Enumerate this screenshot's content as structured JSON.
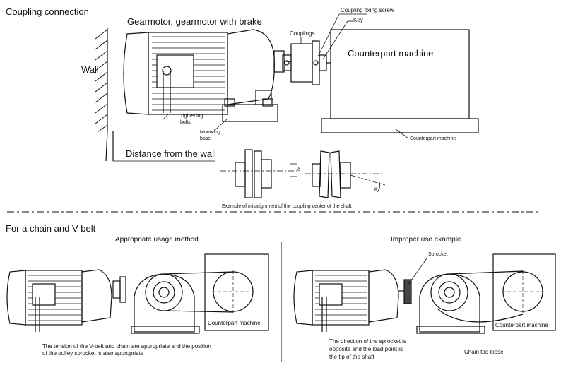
{
  "top": {
    "section_title": "Coupling connection",
    "gearmotor_label": "Gearmotor, gearmotor with brake",
    "wall_label": "Wall",
    "couplings_label": "Couplings",
    "coupling_screw_label": "Coupling fixing screw",
    "key_label": "Key",
    "counterpart_big": "Counterpart machine",
    "counterpart_small": "Counterpart machine",
    "tightening_bolts": "Tightening bolts",
    "mounting_base": "Mounting base",
    "distance_label": "Distance from the wall",
    "delta_label": "δ",
    "theta_label": "θ",
    "misalignment_caption": "Example of misalignment of the coupling center of the shaft"
  },
  "bottom": {
    "section_title": "For a chain and V-belt",
    "appropriate_title": "Appropriate usage method",
    "improper_title": "Improper use example",
    "sprocket_label": "Sprocket",
    "counterpart_left": "Counterpart machine",
    "counterpart_right": "Counterpart machine",
    "appropriate_note_1": "The tension of the V-belt and chain are appropriate and the position",
    "appropriate_note_2": "of the pulley sprocket is also appropriate",
    "improper_note_1": "The direction of the sprocket is",
    "improper_note_2": "opposite and the load point is",
    "improper_note_3": "the tip of the shaft",
    "loose_note": "Chain too loose"
  }
}
